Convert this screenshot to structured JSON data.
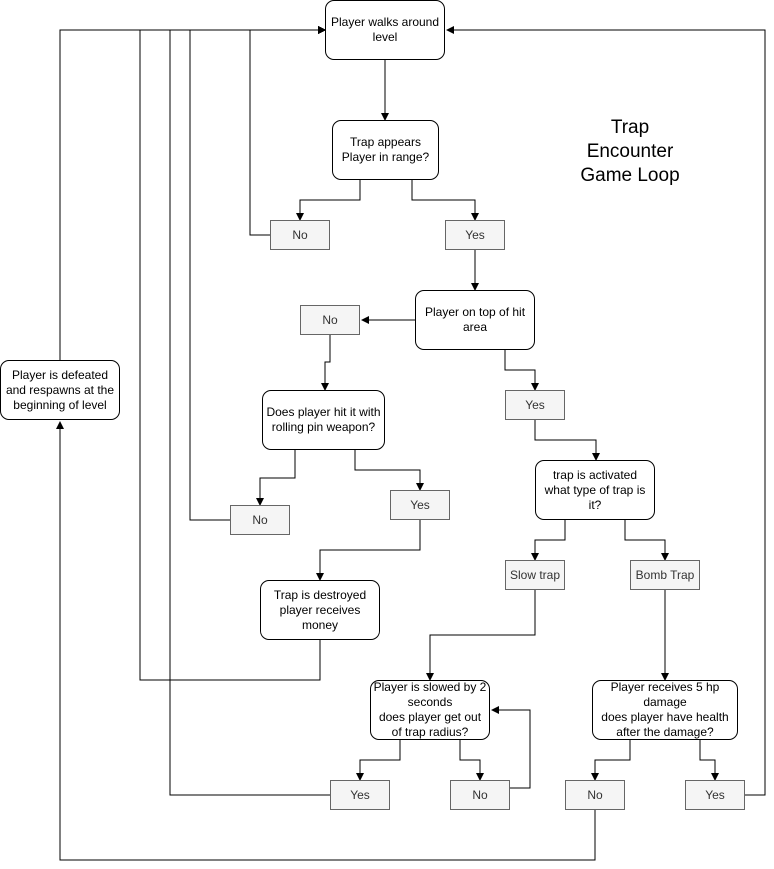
{
  "title": "Trap\nEncounter\nGame Loop",
  "nodes": {
    "walk": "Player walks around level",
    "trap_appears": "Trap appears\nPlayer in range?",
    "no_range": "No",
    "yes_range": "Yes",
    "on_top": "Player on top of hit area",
    "no_top": "No",
    "yes_top": "Yes",
    "hit_rolling_pin": "Does player hit it with rolling pin weapon?",
    "no_hit": "No",
    "yes_hit": "Yes",
    "destroyed": "Trap is destroyed\nplayer receives money",
    "activated": "trap is activated\nwhat type of trap is it?",
    "slow_trap": "Slow trap",
    "bomb_trap": "Bomb Trap",
    "slowed": "Player is slowed by 2 seconds\ndoes player get out of trap radius?",
    "yes_escape": "Yes",
    "no_escape": "No",
    "damage": "Player receives 5 hp damage\ndoes player have health after the damage?",
    "no_health": "No",
    "yes_health": "Yes",
    "defeated": "Player is defeated and respawns at the beginning of level"
  },
  "colors": {
    "line": "#000000",
    "answer_fill": "#f5f5f5",
    "answer_border": "#666666"
  }
}
